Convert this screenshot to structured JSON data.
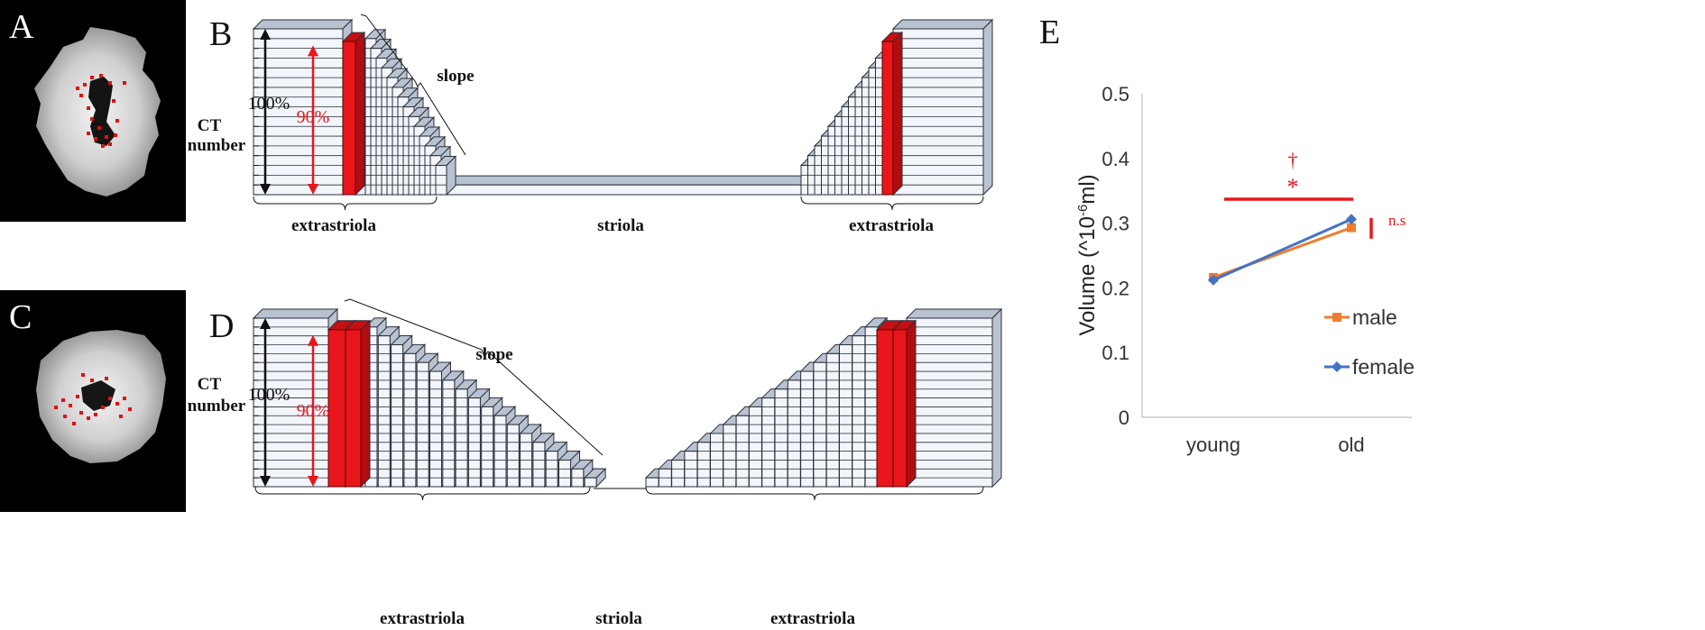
{
  "panels": {
    "A": "A",
    "B": "B",
    "C": "C",
    "D": "D",
    "E": "E"
  },
  "diagram_b": {
    "ct_label_line1": "CT",
    "ct_label_line2": "number",
    "pct_100": "100%",
    "pct_90": "90%",
    "slope": "slope",
    "region_left": "extrastriola",
    "region_mid": "striola",
    "region_right": "extrastriola"
  },
  "diagram_d": {
    "ct_label_line1": "CT",
    "ct_label_line2": "number",
    "pct_100": "100%",
    "pct_90": "90%",
    "slope": "slope",
    "region_left": "extrastriola",
    "region_mid": "striola",
    "region_right": "extrastriola"
  },
  "colors": {
    "red": "#e8161b",
    "bar_face": "#f2f5fa",
    "bar_side": "#b9c2d0",
    "line": "#2a2f3a",
    "male": "#ed7d31",
    "female": "#4472c4"
  },
  "chart_data": {
    "type": "line",
    "categories": [
      "young",
      "old"
    ],
    "ylabel": "Volume (^10",
    "ylabel_sup": "-6",
    "ylabel_tail": "ml)",
    "ylim": [
      0,
      0.5
    ],
    "yticks": [
      "0",
      "0.1",
      "0.2",
      "0.3",
      "0.4",
      "0.5"
    ],
    "grid": false,
    "legend_position": "right",
    "series": [
      {
        "name": "male",
        "values": [
          0.216,
          0.293
        ]
      },
      {
        "name": "female",
        "values": [
          0.212,
          0.306
        ]
      }
    ],
    "annotations": {
      "dagger": "†",
      "star": "*",
      "ns": "n.s"
    }
  }
}
